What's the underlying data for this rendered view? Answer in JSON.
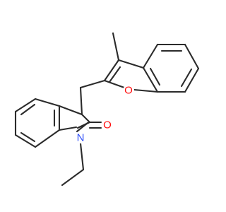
{
  "molecule": {
    "atoms": {
      "O_furan": {
        "symbol": "O",
        "color": "#ff0d0d"
      },
      "O_carbonyl": {
        "symbol": "O",
        "color": "#ff0d0d"
      },
      "N_indolinone": {
        "symbol": "N",
        "color": "#3050f8"
      }
    },
    "bond_color": "#2b2b2b"
  }
}
